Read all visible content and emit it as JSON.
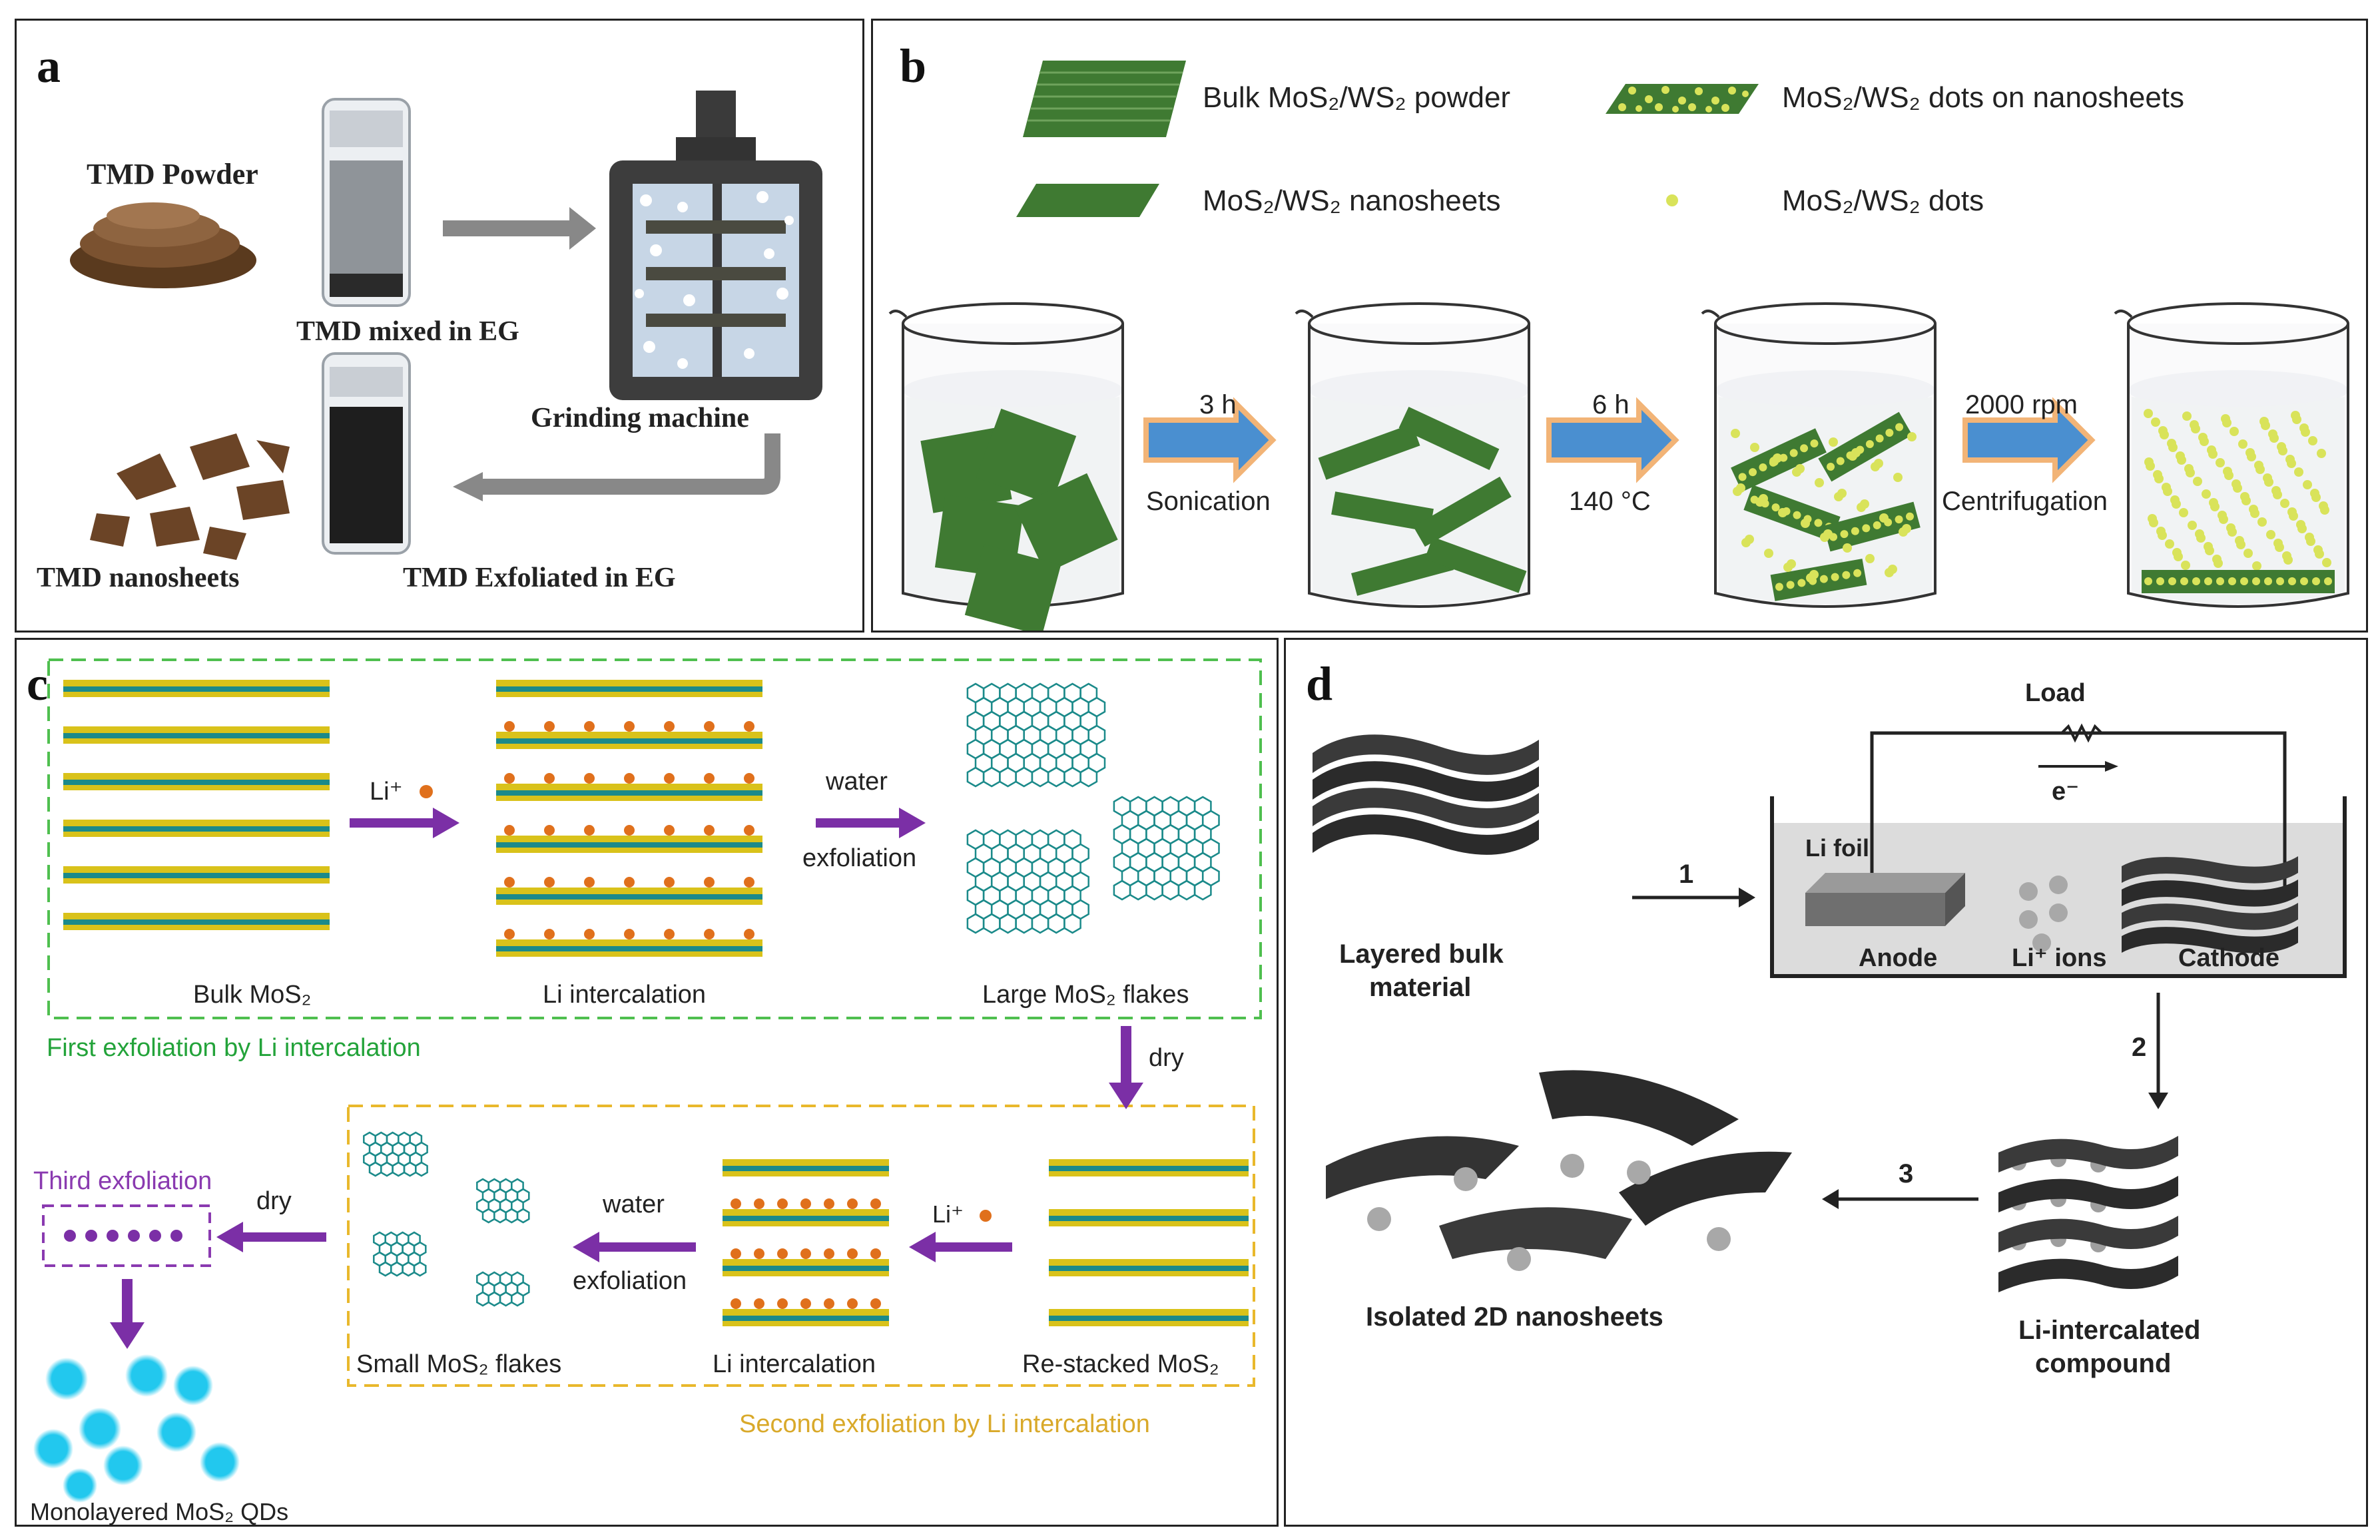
{
  "panels": {
    "a": {
      "letter": "a",
      "labels": {
        "powder": "TMD Powder",
        "mixed": "TMD mixed in EG",
        "grinding": "Grinding machine",
        "nanosheets": "TMD nanosheets",
        "exfoliated": "TMD Exfoliated in EG"
      }
    },
    "b": {
      "letter": "b",
      "legend": {
        "bulk_powder": "Bulk MoS₂/WS₂ powder",
        "dots_on_nanosheets": "MoS₂/WS₂ dots on nanosheets",
        "nanosheets": "MoS₂/WS₂ nanosheets",
        "dots": "MoS₂/WS₂ dots"
      },
      "steps": [
        {
          "top": "3 h",
          "bottom": "Sonication"
        },
        {
          "top": "6 h",
          "bottom": "140 °C"
        },
        {
          "top": "2000 rpm",
          "bottom": "Centrifugation"
        }
      ]
    },
    "c": {
      "letter": "c",
      "bulk": "Bulk MoS₂",
      "li_plus": "Li⁺",
      "li_intercalation": "Li intercalation",
      "water": "water",
      "exfoliation": "exfoliation",
      "large_flakes": "Large MoS₂ flakes",
      "first": "First exfoliation by Li intercalation",
      "dry": "dry",
      "restacked": "Re-stacked MoS₂",
      "small_flakes": "Small MoS₂ flakes",
      "second": "Second exfoliation by Li intercalation",
      "third": "Third exfoliation",
      "qds": "Monolayered MoS₂ QDs"
    },
    "d": {
      "letter": "d",
      "layered_bulk_1": "Layered bulk",
      "layered_bulk_2": "material",
      "step1": "1",
      "step2": "2",
      "step3": "3",
      "load": "Load",
      "electron": "e⁻",
      "li_foil": "Li foil",
      "anode": "Anode",
      "li_ions": "Li⁺ ions",
      "cathode": "Cathode",
      "isolated": "Isolated 2D nanosheets",
      "li_compound_1": "Li-intercalated",
      "li_compound_2": "compound"
    }
  },
  "colors": {
    "sheet_green": "#3f7a32",
    "dot_yellow": "#d9e35a",
    "arrow_blue": "#4a8fd0",
    "arrow_glow": "#f2b477",
    "purple": "#7b2fa6",
    "green_dash": "#4fbf4f",
    "yellow_dash": "#e9b82c",
    "green_text": "#23a33a",
    "yellow_text": "#d9a92a",
    "purple_text": "#8a3ab0",
    "qd_cyan": "#22c8ee",
    "li_orange": "#e0701c",
    "mos2_teal": "#1b8a8a",
    "mos2_yellow": "#d9c21a",
    "sheet_dark": "#2b2b2b"
  }
}
